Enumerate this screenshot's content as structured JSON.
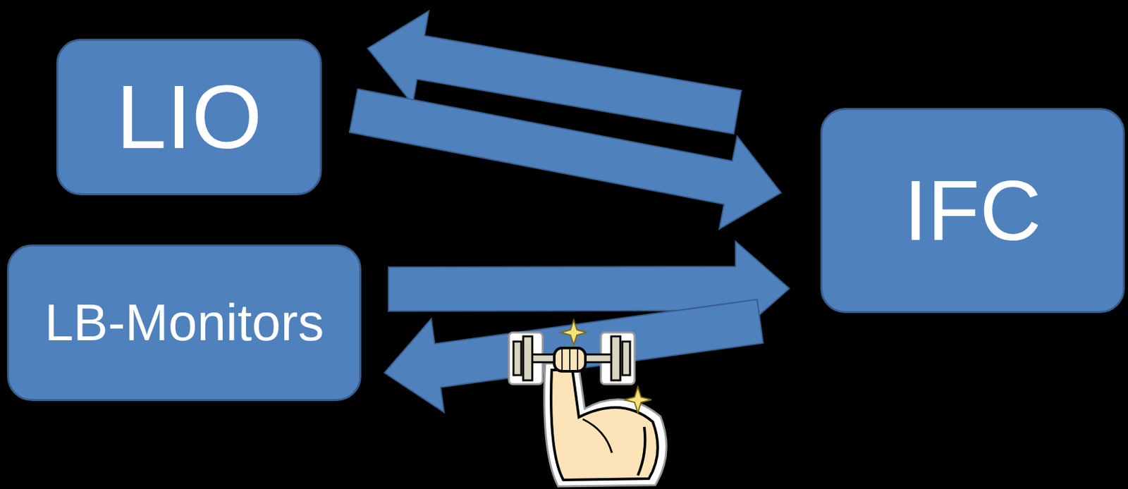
{
  "diagram": {
    "nodes": [
      {
        "text": [
          "LIO"
        ]
      },
      {
        "text": [
          "LB-Monitors"
        ]
      },
      {
        "text": [
          "IFC"
        ]
      }
    ],
    "edges": [
      {
        "from": 2,
        "to": 0,
        "arrow": "to"
      },
      {
        "from": 0,
        "to": 2,
        "arrow": "to"
      },
      {
        "from": 1,
        "to": 2,
        "arrow": "to"
      },
      {
        "from": 2,
        "to": 1,
        "arrow": "to"
      }
    ]
  }
}
